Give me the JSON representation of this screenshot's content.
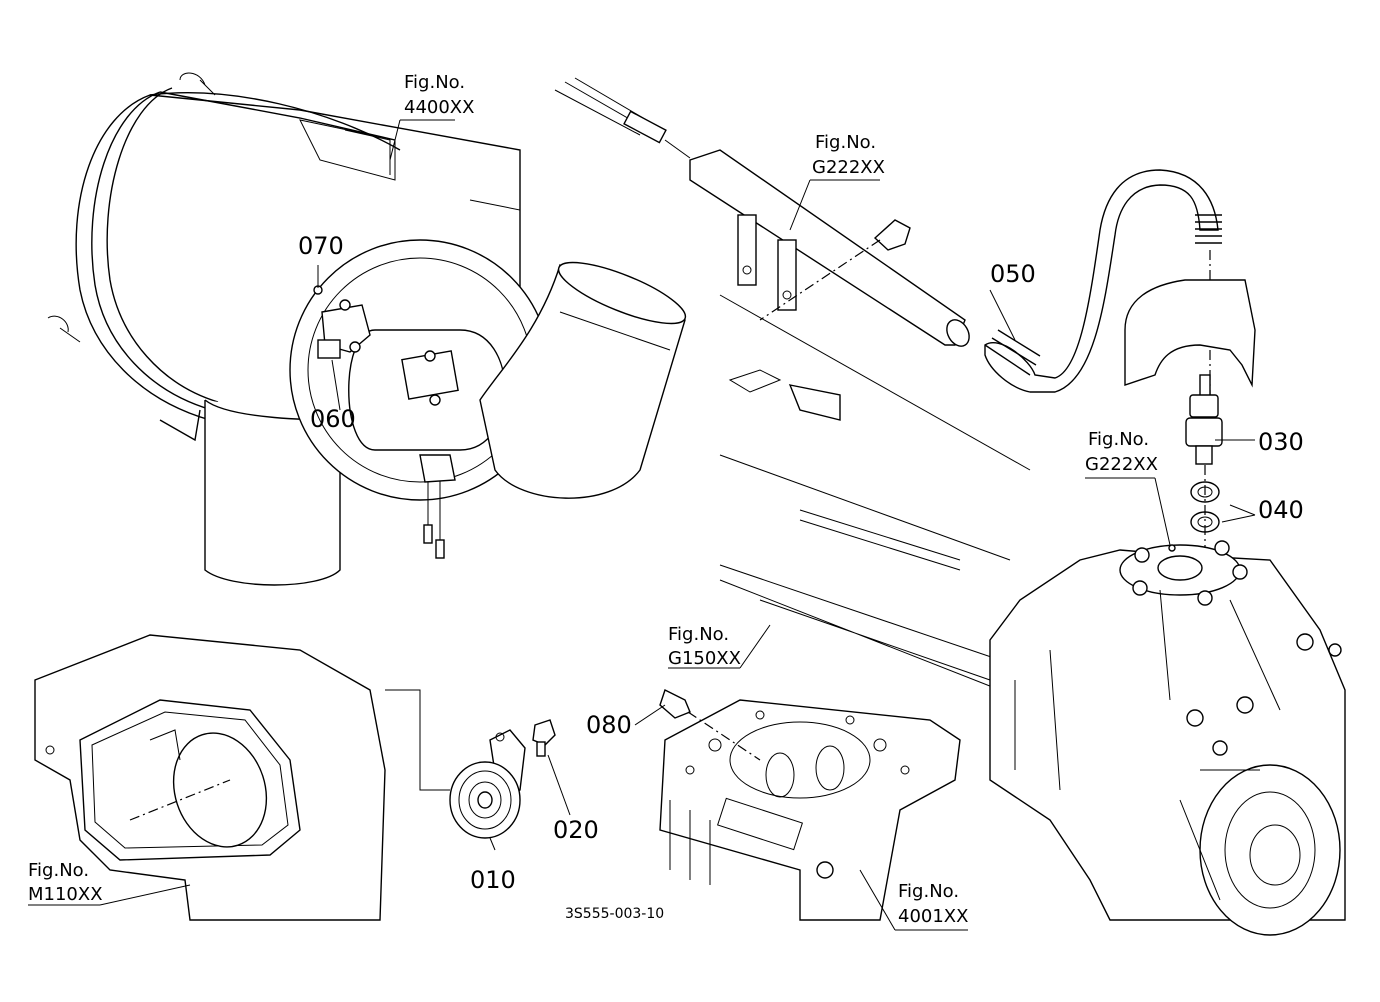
{
  "diagram": {
    "drawing_code": "3S555-003-10",
    "callouts": [
      {
        "id": "010",
        "label": "010"
      },
      {
        "id": "020",
        "label": "020"
      },
      {
        "id": "030",
        "label": "030"
      },
      {
        "id": "040",
        "label": "040"
      },
      {
        "id": "050",
        "label": "050"
      },
      {
        "id": "060",
        "label": "060"
      },
      {
        "id": "070",
        "label": "070"
      },
      {
        "id": "080",
        "label": "080"
      }
    ],
    "figure_refs": [
      {
        "caption": "Fig.No.",
        "number": "4400XX"
      },
      {
        "caption": "Fig.No.",
        "number": "G222XX"
      },
      {
        "caption": "Fig.No.",
        "number": "G222XX"
      },
      {
        "caption": "Fig.No.",
        "number": "G150XX"
      },
      {
        "caption": "Fig.No.",
        "number": "M110XX"
      },
      {
        "caption": "Fig.No.",
        "number": "4001XX"
      }
    ]
  }
}
